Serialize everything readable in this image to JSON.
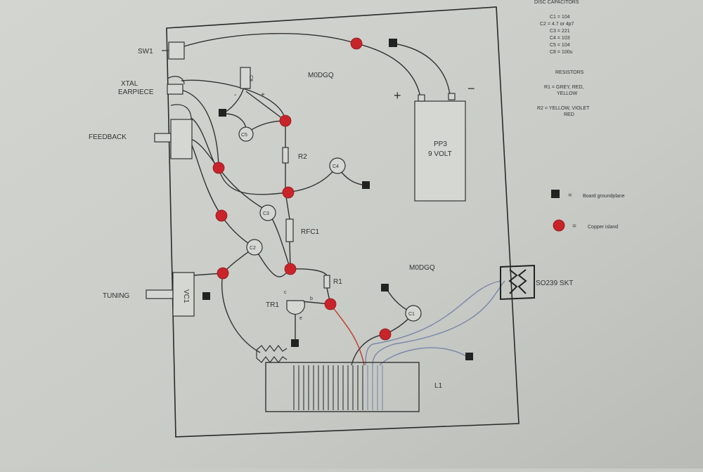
{
  "labels": {
    "sw1": "SW1",
    "xtal_line1": "XTAL",
    "xtal_line2": "EARPIECE",
    "feedback": "FEEDBACK",
    "tuning": "TUNING",
    "vc1": "VC1",
    "m0dgq_top": "M0DGQ",
    "m0dgq_mid": "M0DGQ",
    "r2": "R2",
    "rfc1": "RFC1",
    "r1": "R1",
    "tr1": "TR1",
    "pin_c": "c",
    "pin_b": "b",
    "pin_e": "e",
    "l1": "L1",
    "so239": "SO239 SKT",
    "pp3_line1": "PP3",
    "pp3_line2": "9 VOLT",
    "plus": "+",
    "minus": "−",
    "c8_minus": "-",
    "c8_plus": "+",
    "c1": "C1",
    "c2": "C2",
    "c3": "C3",
    "c4": "C4",
    "c5": "C5",
    "c8": "C8"
  },
  "parts_list": {
    "disc_title": "DISC CAPACITORS",
    "disc_items": [
      "C1 = 104",
      "C2 = 4.7 or 4p7",
      "C3 = 221",
      "C4 = 103",
      "C5 = 104",
      "C8 = 100u"
    ],
    "res_title": "RESISTORS",
    "r1_line1": "R1 = GREY, RED,",
    "r1_line2": "YELLOW",
    "r2_line1": "R2 = YELLOW, VIOLET",
    "r2_line2": "RED"
  },
  "legend": {
    "ground_eq": "=",
    "ground_label": "Board groundplane",
    "island_eq": "=",
    "island_label": "Copper island"
  },
  "colors": {
    "island": "#c8242a",
    "ground": "#222222",
    "wire": "#333333",
    "wire_blue": "#7b86a8",
    "wire_red": "#c0392b"
  }
}
